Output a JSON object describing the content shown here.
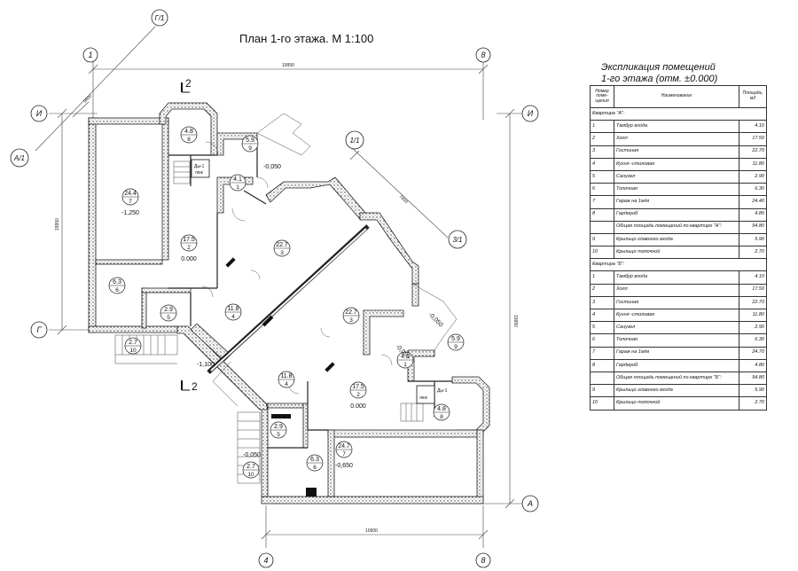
{
  "title": "План 1-го этажа. М 1:100",
  "dimensions": {
    "top": "19950",
    "left": "19950",
    "right": "19950",
    "bottom": "10900",
    "diag": "7450",
    "diag_top": "9650"
  },
  "axes": {
    "top_left": "1",
    "top_right": "8",
    "top_diag": "Г/1",
    "left_upper": "И",
    "left_lower": "Г",
    "left_diag": "А/1",
    "right_upper": "И",
    "right_lower": "А",
    "diag_a": "1/1",
    "diag_b": "3/1",
    "bottom_left": "4",
    "bottom_right": "8"
  },
  "section_marks": {
    "top": "2",
    "bottom": "2"
  },
  "rooms": [
    {
      "area": "24.4",
      "num": "7",
      "level": "-1,250"
    },
    {
      "area": "4.8",
      "num": "8"
    },
    {
      "area": "5.9",
      "num": "9"
    },
    {
      "area": "4.1",
      "num": "1"
    },
    {
      "area": "17.5",
      "num": "2",
      "level": "0.000"
    },
    {
      "area": "22.7",
      "num": "3"
    },
    {
      "area": "6.3",
      "num": "6"
    },
    {
      "area": "2.9",
      "num": "5"
    },
    {
      "area": "11.8",
      "num": "4"
    },
    {
      "area": "2.7",
      "num": "10"
    },
    {
      "area": "22.7",
      "num": "3"
    },
    {
      "area": "5.9",
      "num": "9"
    },
    {
      "area": "4.1",
      "num": "1"
    },
    {
      "area": "11.8",
      "num": "4"
    },
    {
      "area": "17.5",
      "num": "2",
      "level": "0.000"
    },
    {
      "area": "4.8",
      "num": "8"
    },
    {
      "area": "2.9",
      "num": "5"
    },
    {
      "area": "24.7",
      "num": "7",
      "level": "-0,650"
    },
    {
      "area": "6.3",
      "num": "6"
    },
    {
      "area": "2.7",
      "num": "10"
    }
  ],
  "levels": {
    "top_porch": "-0,050",
    "left_porch": "-1,100",
    "right_porch": "-0,050",
    "right_porch2": "-0,050",
    "bottom_porch": "-0,050"
  },
  "chimney_labels": {
    "a": "Ды-1",
    "a2": "люк",
    "b": "Ды-1",
    "b2": "люк"
  },
  "explication": {
    "title_line1": "Экспликация помещений",
    "title_line2": "1-го этажа (отм. ±0.000)",
    "headers": {
      "num": "Номер поме- щения",
      "name": "Наименование",
      "area": "Площадь, м2"
    },
    "section_a": "Квартира \"А\":",
    "rows_a": [
      {
        "n": "1",
        "name": "Тамбур входа",
        "area": "4.10"
      },
      {
        "n": "2",
        "name": "Холл",
        "area": "17.50"
      },
      {
        "n": "3",
        "name": "Гостиная",
        "area": "22.70"
      },
      {
        "n": "4",
        "name": "Кухня -столовая",
        "area": "11.80"
      },
      {
        "n": "5",
        "name": "Санузел",
        "area": "2.90"
      },
      {
        "n": "6",
        "name": "Топочная",
        "area": "6.30"
      },
      {
        "n": "7",
        "name": "Гараж на 1м/м",
        "area": "24.40"
      },
      {
        "n": "8",
        "name": "Гардероб",
        "area": "4.80"
      },
      {
        "n": "",
        "name": "Общая площадь помещений по квартире \"А\":",
        "area": "94.80"
      },
      {
        "n": "9",
        "name": "Крыльцо главного входа",
        "area": "5.90"
      },
      {
        "n": "10",
        "name": "Крыльцо топочной",
        "area": "2.70"
      }
    ],
    "section_b": "Квартира \"Б\":",
    "rows_b": [
      {
        "n": "1",
        "name": "Тамбур входа",
        "area": "4.10"
      },
      {
        "n": "2",
        "name": "Холл",
        "area": "17.50"
      },
      {
        "n": "3",
        "name": "Гостиная",
        "area": "22.70"
      },
      {
        "n": "4",
        "name": "Кухня -столовая",
        "area": "11.80"
      },
      {
        "n": "5",
        "name": "Санузел",
        "area": "2.90"
      },
      {
        "n": "6",
        "name": "Топочная",
        "area": "6.30"
      },
      {
        "n": "7",
        "name": "Гараж на 1м/м",
        "area": "24.70"
      },
      {
        "n": "8",
        "name": "Гардероб",
        "area": "4.80"
      },
      {
        "n": "",
        "name": "Общая площадь помещений по квартире \"Б\":",
        "area": "94.80"
      },
      {
        "n": "9",
        "name": "Крыльцо главного входа",
        "area": "5.90"
      },
      {
        "n": "10",
        "name": "Крыльцо топочной",
        "area": "2.70"
      }
    ]
  }
}
